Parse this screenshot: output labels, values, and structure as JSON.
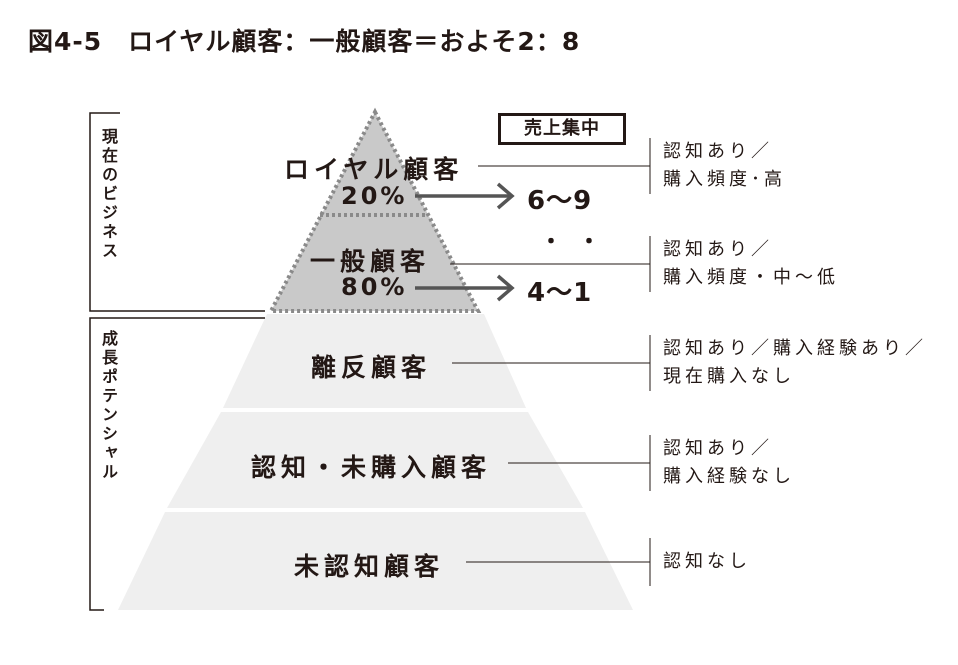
{
  "title": "図4-5　ロイヤル顧客：一般顧客＝およそ2：8",
  "left_labels": {
    "current": "現在のビジネス",
    "growth": "成長ポテンシャル"
  },
  "badge": "売上集中",
  "tiers": {
    "loyal": {
      "name": "ロイヤル顧客",
      "share": "20%",
      "frequency": "6〜9"
    },
    "general": {
      "name": "一般顧客",
      "share": "80%",
      "frequency": "4〜1"
    },
    "lapsed": {
      "name": "離反顧客"
    },
    "aware": {
      "name": "認知・未購入顧客"
    },
    "unaware": {
      "name": "未認知顧客"
    }
  },
  "between_mark": "・・",
  "descriptions": {
    "loyal": [
      "認知あり／",
      "購入頻度･高"
    ],
    "general": [
      "認知あり／",
      "購入頻度・中〜低"
    ],
    "lapsed": [
      "認知あり／購入経験あり／",
      "現在購入なし"
    ],
    "aware": [
      "認知あり／",
      "購入経験なし"
    ],
    "unaware": [
      "認知なし"
    ]
  },
  "colors": {
    "text": "#231815",
    "top_fill": "#c9c9c9",
    "lower_fill": "#efefef",
    "line": "#231815",
    "arrow": "#555555",
    "dotted": "#8a8a8a"
  }
}
